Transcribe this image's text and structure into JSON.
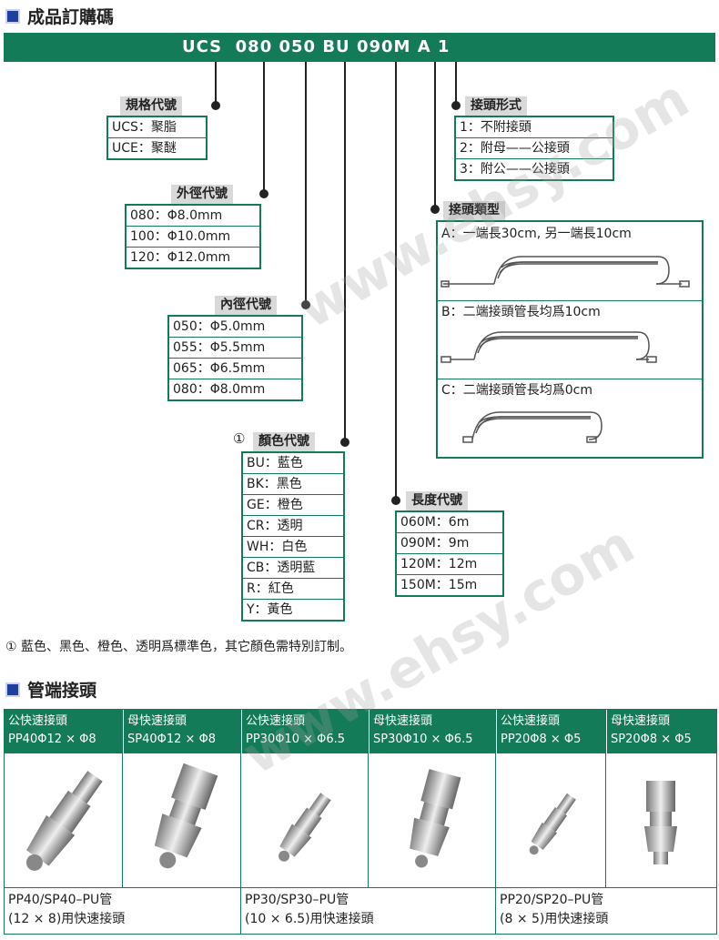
{
  "section1": {
    "title": "成品訂購碼"
  },
  "order_code": "UCS  080 050 BU 090M A 1",
  "spec": {
    "label": "規格代號",
    "rows": [
      "UCS：聚脂",
      "UCE：聚醚"
    ]
  },
  "od": {
    "label": "外徑代號",
    "rows": [
      "080：Φ8.0mm",
      "100：Φ10.0mm",
      "120：Φ12.0mm"
    ]
  },
  "id": {
    "label": "內徑代號",
    "rows": [
      "050：Φ5.0mm",
      "055：Φ5.5mm",
      "065：Φ6.5mm",
      "080：Φ8.0mm"
    ]
  },
  "color": {
    "marker": "①",
    "label": "顏色代號",
    "rows": [
      "BU：藍色",
      "BK：黑色",
      "GE：橙色",
      "CR：透明",
      "WH：白色",
      "CB：透明藍",
      "R：紅色",
      "Y：黃色"
    ]
  },
  "length": {
    "label": "長度代號",
    "rows": [
      "060M：6m",
      "090M：9m",
      "120M：12m",
      "150M：15m"
    ]
  },
  "fitting_form": {
    "label": "接頭形式",
    "rows": [
      "1：不附接頭",
      "2：附母——公接頭",
      "3：附公——公接頭"
    ]
  },
  "fitting_type": {
    "label": "接頭類型",
    "rows": [
      "A：一端長30cm, 另一端長10cm",
      "B：二端接頭管長均爲10cm",
      "C：二端接頭管長均爲0cm"
    ]
  },
  "note": "① 藍色、黑色、橙色、透明爲標準色，其它顏色需特別訂制。",
  "section2": {
    "title": "管端接頭"
  },
  "fittings": {
    "headers": [
      [
        "公快速接頭",
        "PP40Φ12 × Φ8"
      ],
      [
        "母快速接頭",
        "SP40Φ12 × Φ8"
      ],
      [
        "公快速接頭",
        "PP30Φ10 × Φ6.5"
      ],
      [
        "母快速接頭",
        "SP30Φ10 × Φ6.5"
      ],
      [
        "公快速接頭",
        "PP20Φ8 × Φ5"
      ],
      [
        "母快速接頭",
        "SP20Φ8 × Φ5"
      ]
    ],
    "captions": [
      [
        "PP40/SP40–PU管",
        "(12 × 8)用快速接頭"
      ],
      [
        "PP30/SP30–PU管",
        "(10 × 6.5)用快速接頭"
      ],
      [
        "PP20/SP20–PU管",
        "(8 × 5)用快速接頭"
      ]
    ]
  },
  "watermark": "www.ehsy.com"
}
